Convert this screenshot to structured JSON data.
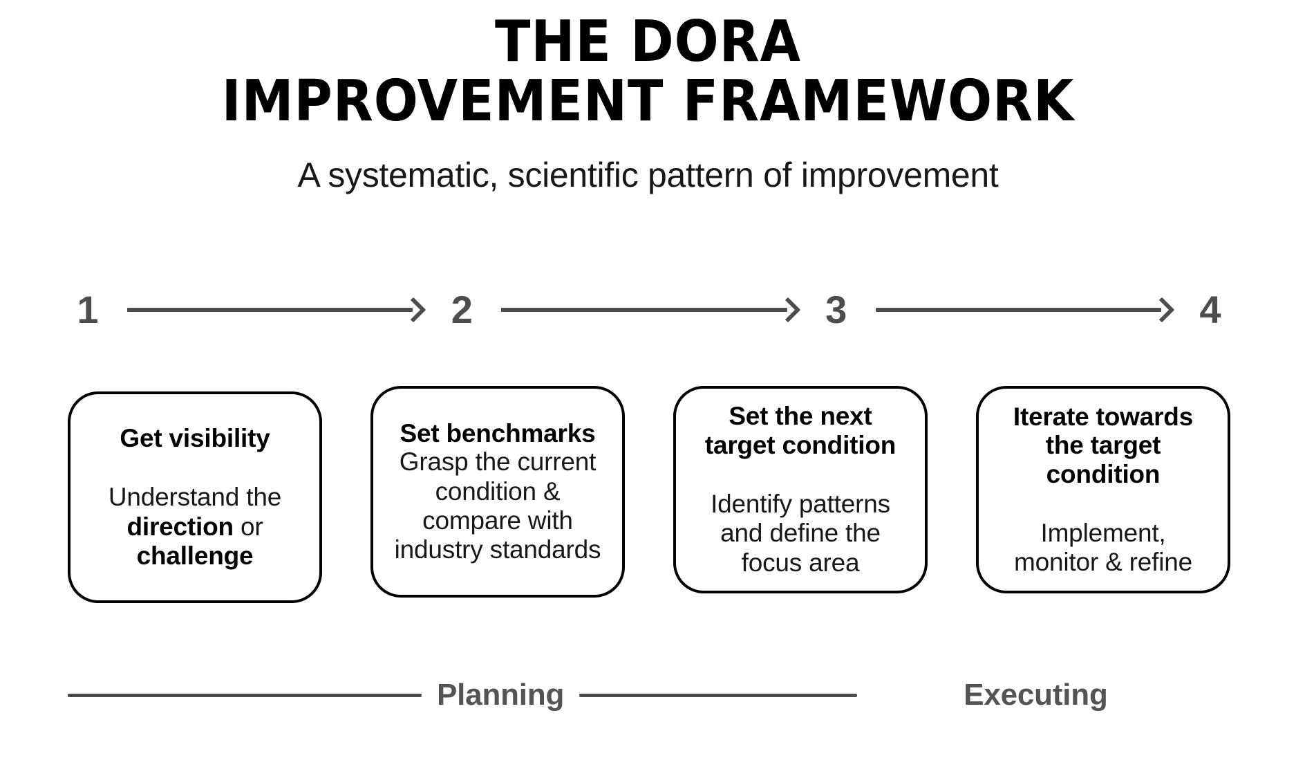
{
  "header": {
    "title_line1": "THE DORA",
    "title_line2": "IMPROVEMENT FRAMEWORK",
    "subtitle": "A systematic, scientific pattern of improvement"
  },
  "steps": [
    {
      "number": "1"
    },
    {
      "number": "2"
    },
    {
      "number": "3"
    },
    {
      "number": "4"
    }
  ],
  "cards": [
    {
      "heading": "Get visibility",
      "body_prefix": "Understand the ",
      "body_bold1": "direction",
      "body_mid": " or ",
      "body_bold2": "challenge",
      "body_suffix": ""
    },
    {
      "heading": "Set benchmarks",
      "body": "Grasp the current condition & compare with industry standards"
    },
    {
      "heading": "Set the next target condition",
      "body": "Identify patterns and define the focus area"
    },
    {
      "heading": "Iterate towards the target condition",
      "body": "Implement, monitor & refine"
    }
  ],
  "phases": {
    "planning": "Planning",
    "executing": "Executing"
  },
  "colors": {
    "background": "#ffffff",
    "text": "#111111",
    "card_border": "#000000",
    "accent_gray": "#4d4d4d",
    "phase_label": "#545454"
  }
}
